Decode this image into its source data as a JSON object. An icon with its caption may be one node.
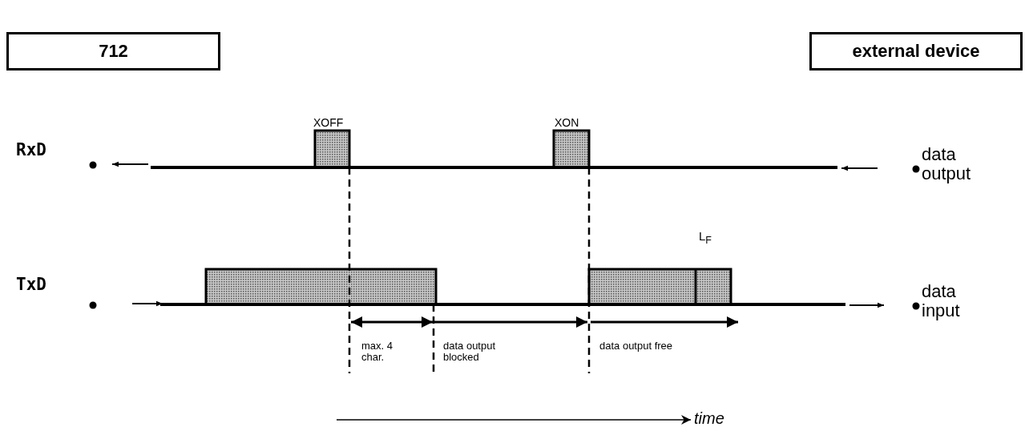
{
  "diagram": {
    "nodes": [
      {
        "text": [
          "712"
        ]
      },
      {
        "text": [
          "external device"
        ]
      }
    ],
    "labels": [
      "XOFF",
      "XON",
      "RxD",
      "data output",
      "L$_{F}$",
      "TxD",
      "data input",
      "max. 4 char.",
      "data output blocked",
      "data output free",
      "time"
    ]
  }
}
